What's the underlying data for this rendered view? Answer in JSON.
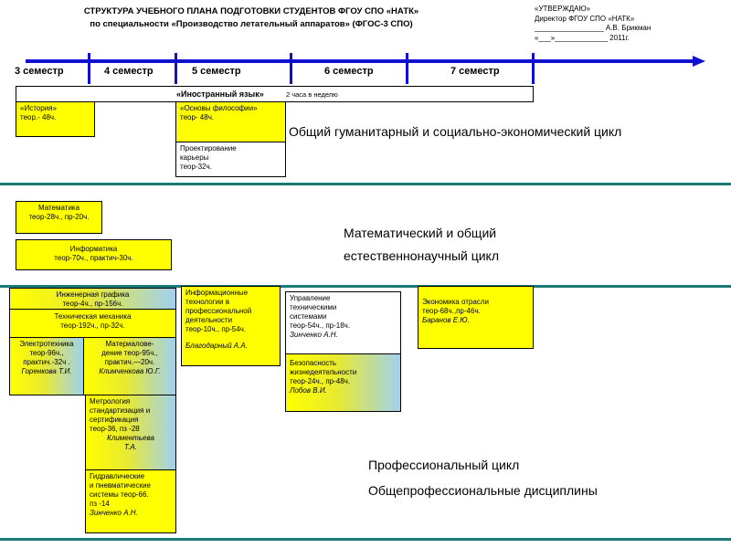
{
  "title": {
    "line1": "СТРУКТУРА УЧЕБНОГО ПЛАНА ПОДГОТОВКИ СТУДЕНТОВ ФГОУ СПО «НАТК»",
    "line2": "по специальности «Производство летательный аппаратов» (ФГОС-3 СПО)"
  },
  "approve": {
    "line1": "«УТВЕРЖДАЮ»",
    "line2": "Директор ФГОУ СПО «НАТК»",
    "line3": "_________________ А.В. Брикман",
    "line4": "«___»_____________ 2011г."
  },
  "semesters": [
    "3 семестр",
    "4 семестр",
    "5 семестр",
    "6 семестр",
    "7 семестр"
  ],
  "foreign": {
    "name": "«Иностранный язык»",
    "hours": "2 часа в неделю"
  },
  "humanities": {
    "heading": "Общий гуманитарный и  социально-экономический цикл",
    "history": [
      "«История»",
      "теор.- 48ч."
    ],
    "philosophy": [
      "«Основы философии»",
      "теор- 48ч."
    ],
    "career": [
      "Проектирование",
      "карьеры",
      "теор-32ч."
    ]
  },
  "math": {
    "heading1": "Математический и общий",
    "heading2": "естественнонаучный цикл",
    "math": [
      "Математика",
      "теор-28ч., пр-20ч."
    ],
    "informatics": [
      "Информатика",
      "теор-70ч., практич-30ч."
    ]
  },
  "prof": {
    "heading1": "Профессиональный цикл",
    "heading2": "Общепрофессиональные дисциплины",
    "graphics": [
      "Инженерная графика",
      "теор-4ч., пр-156ч."
    ],
    "mechanics": [
      "Техническая механика",
      "теор-192ч., пр-32ч."
    ],
    "electro": [
      "Электротехника",
      "теор-96ч.,",
      "практич.-32ч .",
      "Горенкова Т.И."
    ],
    "materials": [
      "Материалове-",
      "дение теор-95ч.,",
      "практич.—20ч.",
      "Климченкова Ю.Г."
    ],
    "metrology": [
      "Метрология",
      "стандартизация и",
      "сертификация",
      "теор-36, пз -28",
      "Климентьева",
      "Т.А."
    ],
    "hydraulics": [
      "Гидравлические",
      "и пневматические",
      "системы теор-66.",
      "пз -14",
      "Зинченко А.Н."
    ],
    "it": [
      "Информационные",
      "технологии  в",
      "профессиональной",
      "деятельности",
      "теор-10ч., пр-54ч.",
      "Благодарный А.А."
    ],
    "control": [
      "Управление",
      "техническими",
      "системами",
      "теор-54ч., пр-18ч.",
      "Зинченко А.Н."
    ],
    "safety": [
      "Безопасность",
      "жизнедеятельности",
      "теор-24ч., пр-48ч.",
      "Лобов В.И."
    ],
    "economics": [
      "Экономика отрасли",
      "теор-68ч.,пр-46ч.",
      "Баранов Е.Ю."
    ]
  },
  "colors": {
    "yellow": "#ffff00",
    "blue": "#a0d0f0",
    "arrow": "#1010d0",
    "teal": "#1a7a78"
  }
}
